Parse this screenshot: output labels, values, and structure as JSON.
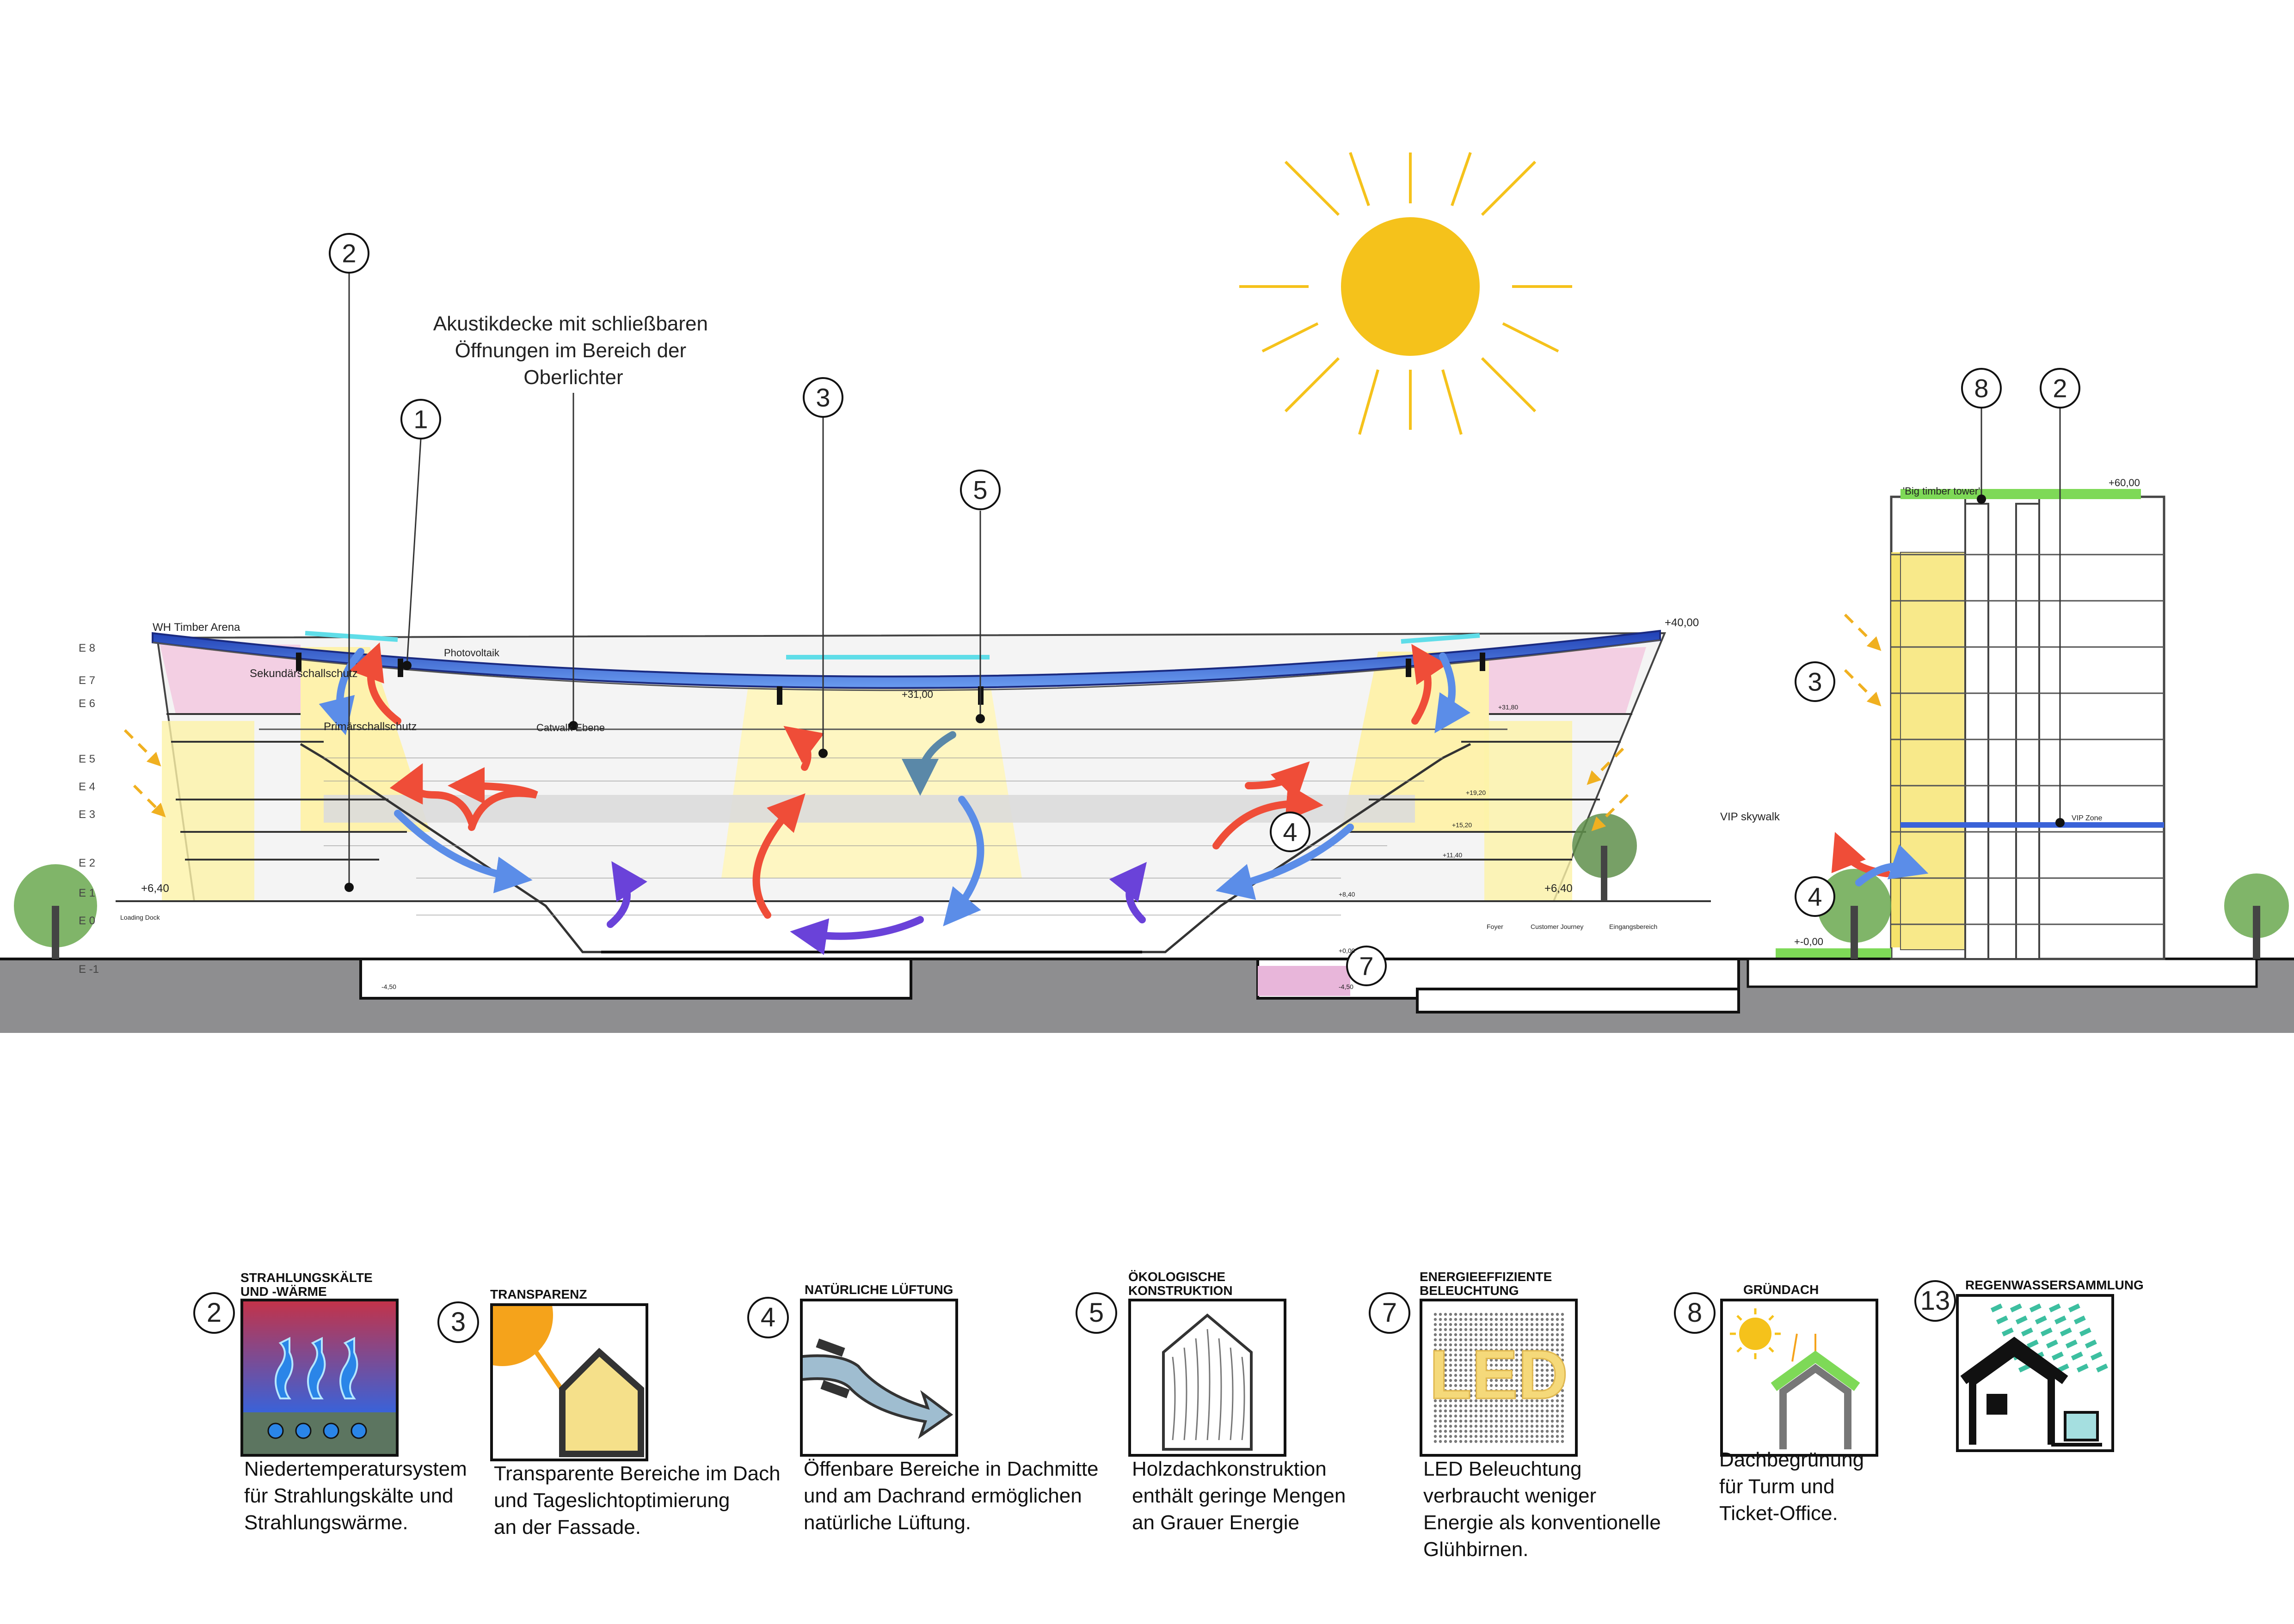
{
  "diagram": {
    "top_annotation": "Akustikdecke mit schließbaren\nÖffnungen im Bereich der\nOberlichter",
    "callouts": {
      "c2a": "2",
      "c1": "1",
      "c3a": "3",
      "c5a": "5",
      "c8t": "8",
      "c2t": "2",
      "c3t": "3",
      "c4a": "4",
      "c4t": "4",
      "c7a": "7"
    },
    "levels": {
      "roof_left": "+40,00",
      "tower_top": "+60,00",
      "mid_roof": "+31,00",
      "left_ground": "+6,40",
      "right_ground": "+6,40",
      "tower_ground": "+-0,00",
      "lower_left": "-4,50",
      "lower_right": "-4,50",
      "lvl_1": "+31,80",
      "lvl_2": "+19,20",
      "lvl_3": "+15,20",
      "lvl_4": "+11,40",
      "lvl_5": "+8,40",
      "lvl_6": "+0,00"
    },
    "floors": [
      "E 8",
      "E 7",
      "E 6",
      "E 5",
      "E 4",
      "E 3",
      "E 2",
      "E 1",
      "E 0",
      "E -1"
    ],
    "labels": {
      "arena": "WH Timber Arena",
      "photovoltaic": "Photovoltaik",
      "secondary": "Sekundärschallschutz",
      "primary": "Primärschallschutz",
      "catwalk": "Catwalk Ebene",
      "vip_skywalk": "VIP skywalk",
      "big_tower": "'Big timber tower'",
      "vip_zone": "VIP Zone",
      "loading": "Loading Dock",
      "foyer": "Foyer",
      "journey": "Customer Journey",
      "entrance": "Eingangsbereich"
    },
    "colors": {
      "sky_blue": "#2f56c9",
      "roof_blue": "#4a7fe0",
      "yellow_light": "#fff6b8",
      "yellow_zone": "#f5e26b",
      "pink": "#f2c6df",
      "ground": "#8e8e90",
      "green_roof": "#7ed957",
      "sun": "#f5c21b",
      "arrow_red": "#ef4d38",
      "arrow_blue": "#5b8de8",
      "arrow_purple": "#6a42d9",
      "arrow_teal": "#5a88a8"
    }
  },
  "legend": [
    {
      "num": "2",
      "head": "STRAHLUNGSKÄLTE\nUND -WÄRME",
      "icon": "radiant-heating-icon",
      "desc": "Niedertemperatursystem\nfür Strahlungskälte und\nStrahlungswärme."
    },
    {
      "num": "3",
      "head": "TRANSPARENZ",
      "icon": "daylight-house-icon",
      "desc": "Transparente Bereiche im Dach\nund Tageslichtoptimierung\nan der Fassade."
    },
    {
      "num": "4",
      "head": "NATÜRLICHE LÜFTUNG",
      "icon": "ventilation-arrow-icon",
      "desc": "Öffenbare Bereiche in Dachmitte\nund am Dachrand ermöglichen\nnatürliche Lüftung."
    },
    {
      "num": "5",
      "head": "ÖKOLOGISCHE\nKONSTRUKTION",
      "icon": "timber-house-icon",
      "desc": "Holzdachkonstruktion\nenthält geringe Mengen\nan Grauer Energie"
    },
    {
      "num": "7",
      "head": "ENERGIEEFFIZIENTE\nBELEUCHTUNG",
      "icon": "led-icon",
      "icon_text": "LED",
      "desc": "LED Beleuchtung\nverbraucht weniger\nEnergie als konventionelle\nGlühbirnen."
    },
    {
      "num": "8",
      "head": "GRÜNDACH",
      "icon": "green-roof-icon",
      "desc": "Dachbegrünung\nfür Turm und\nTicket-Office."
    },
    {
      "num": "13",
      "head": "REGENWASSERSAMMLUNG",
      "icon": "rainwater-icon",
      "desc": ""
    }
  ]
}
